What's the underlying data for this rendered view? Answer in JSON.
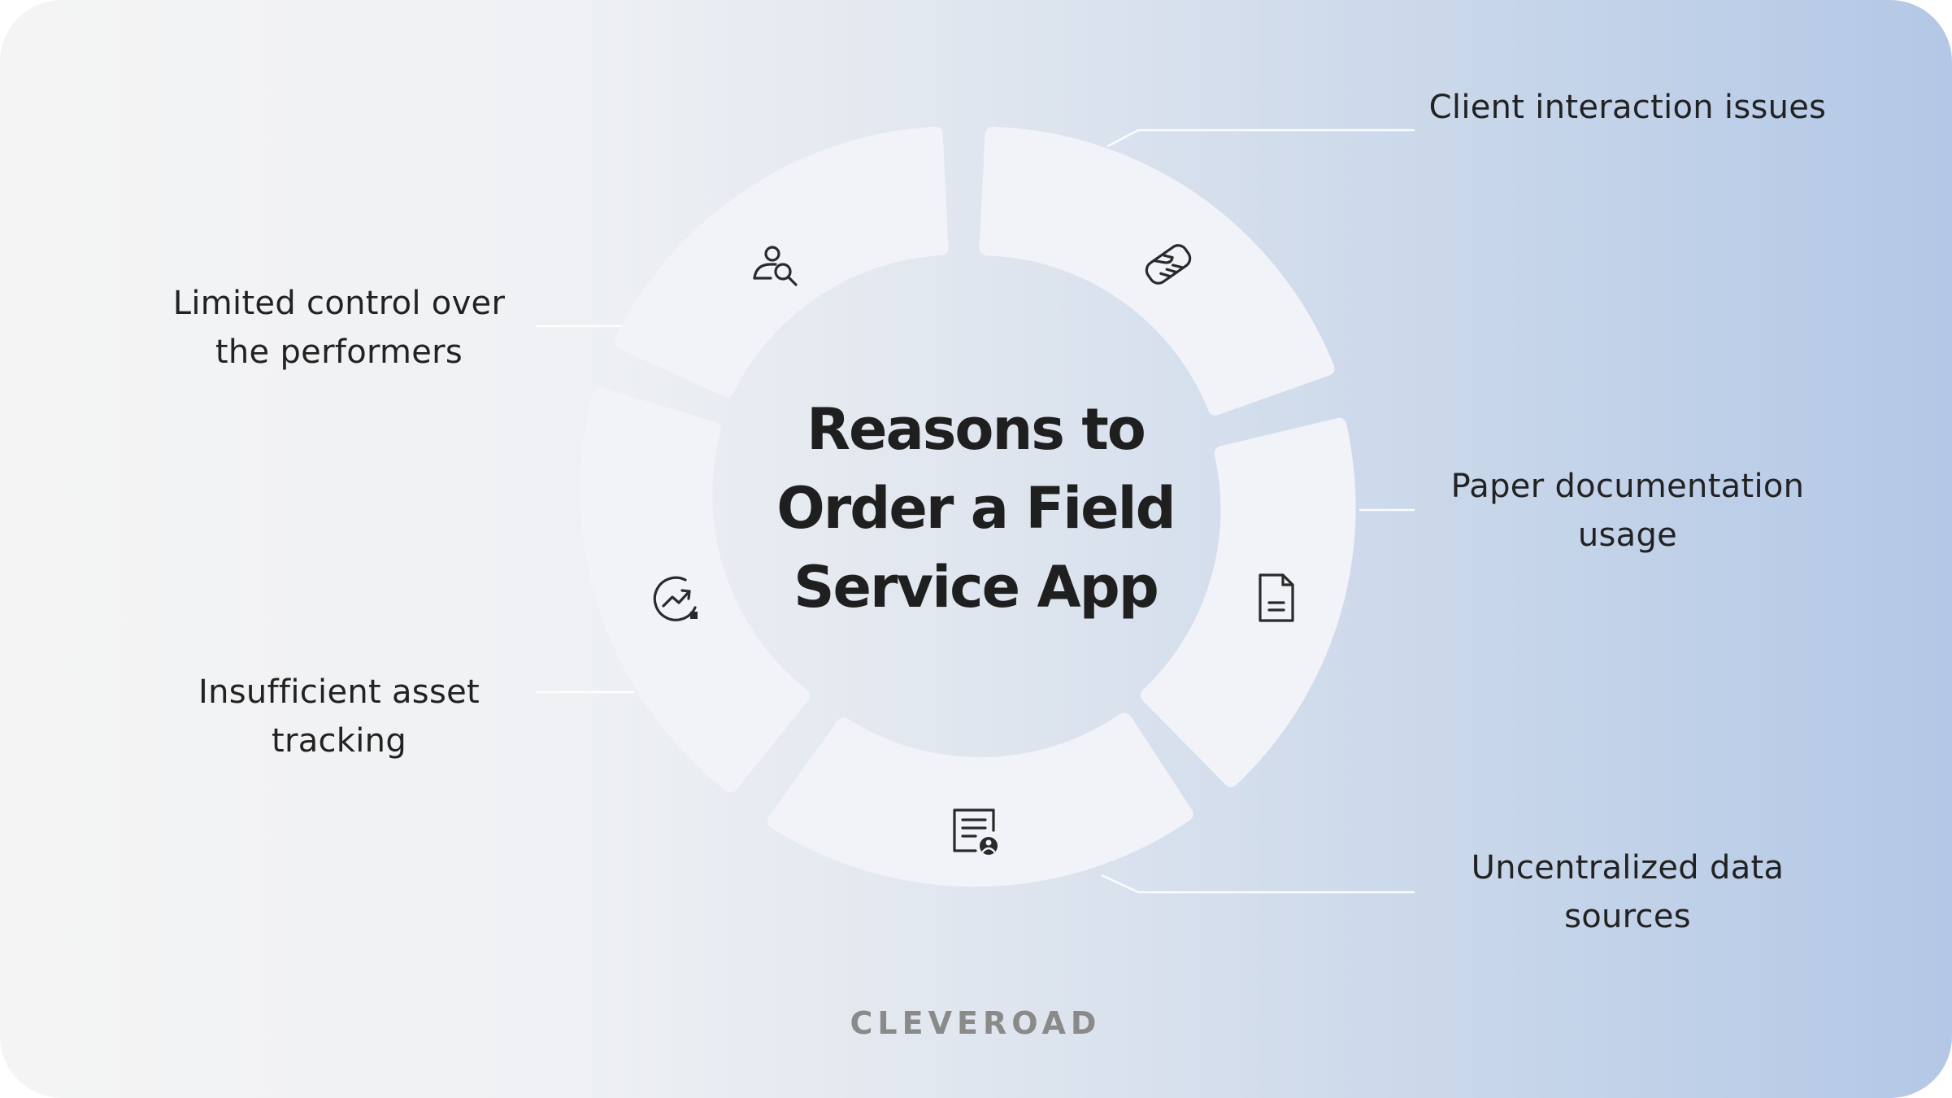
{
  "title": "Reasons to Order a Field Service App",
  "reasons": [
    {
      "label": "Client interaction issues",
      "icon": "handshake-icon"
    },
    {
      "label": "Paper documentation usage",
      "icon": "document-icon"
    },
    {
      "label": "Uncentralized data sources",
      "icon": "user-file-icon"
    },
    {
      "label": "Insufficient asset tracking",
      "icon": "growth-chart-icon"
    },
    {
      "label": "Limited control over the performers",
      "icon": "user-search-icon"
    }
  ],
  "brand": "CLEVEROAD",
  "colors": {
    "segment": "#f2f3f8",
    "text": "#222222",
    "brand": "#8a8a8a",
    "gradient_start": "#f4f4f4",
    "gradient_end": "#b3c8e6"
  }
}
